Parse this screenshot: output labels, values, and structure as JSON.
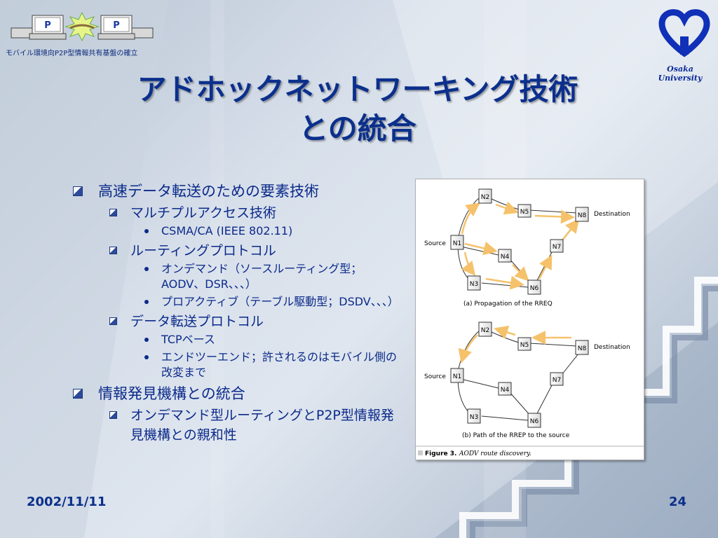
{
  "header": {
    "logo_letters": [
      "P",
      "P"
    ],
    "subtitle": "モバイル環境向P2P型情報共有基盤の確立",
    "university": "Osaka University"
  },
  "slide": {
    "title_line1": "アドホックネットワーキング技術",
    "title_line2": "との統合"
  },
  "content": {
    "sections": [
      {
        "label": "高速データ転送のための要素技術",
        "items": [
          {
            "label": "マルチプルアクセス技術",
            "subitems": [
              "CSMA/CA (IEEE 802.11)"
            ]
          },
          {
            "label": "ルーティングプロトコル",
            "subitems": [
              "オンデマンド（ソースルーティング型；AODV、DSR、、、）",
              "プロアクティブ（テーブル駆動型；DSDV、、、）"
            ]
          },
          {
            "label": "データ転送プロトコル",
            "subitems": [
              "TCPベース",
              "エンドツーエンド；許されるのはモバイル側の改変まで"
            ]
          }
        ]
      },
      {
        "label": "情報発見機構との統合",
        "items": [
          {
            "label": "オンデマンド型ルーティングとP2P型情報発見機構との親和性",
            "subitems": []
          }
        ]
      }
    ]
  },
  "figure": {
    "source_label": "Source",
    "destination_label": "Destination",
    "nodes": [
      "N1",
      "N2",
      "N3",
      "N4",
      "N5",
      "N6",
      "N7",
      "N8"
    ],
    "caption_a": "(a) Propagation of the RREQ",
    "caption_b": "(b) Path of the RREP to the source",
    "figure_label": "Figure 3.",
    "figure_caption": "AODV route discovery."
  },
  "footer": {
    "date": "2002/11/11",
    "page": "24"
  },
  "colors": {
    "title": "#0b2f8c",
    "text": "#0b2a8a",
    "arrow": "#f5c26b"
  }
}
